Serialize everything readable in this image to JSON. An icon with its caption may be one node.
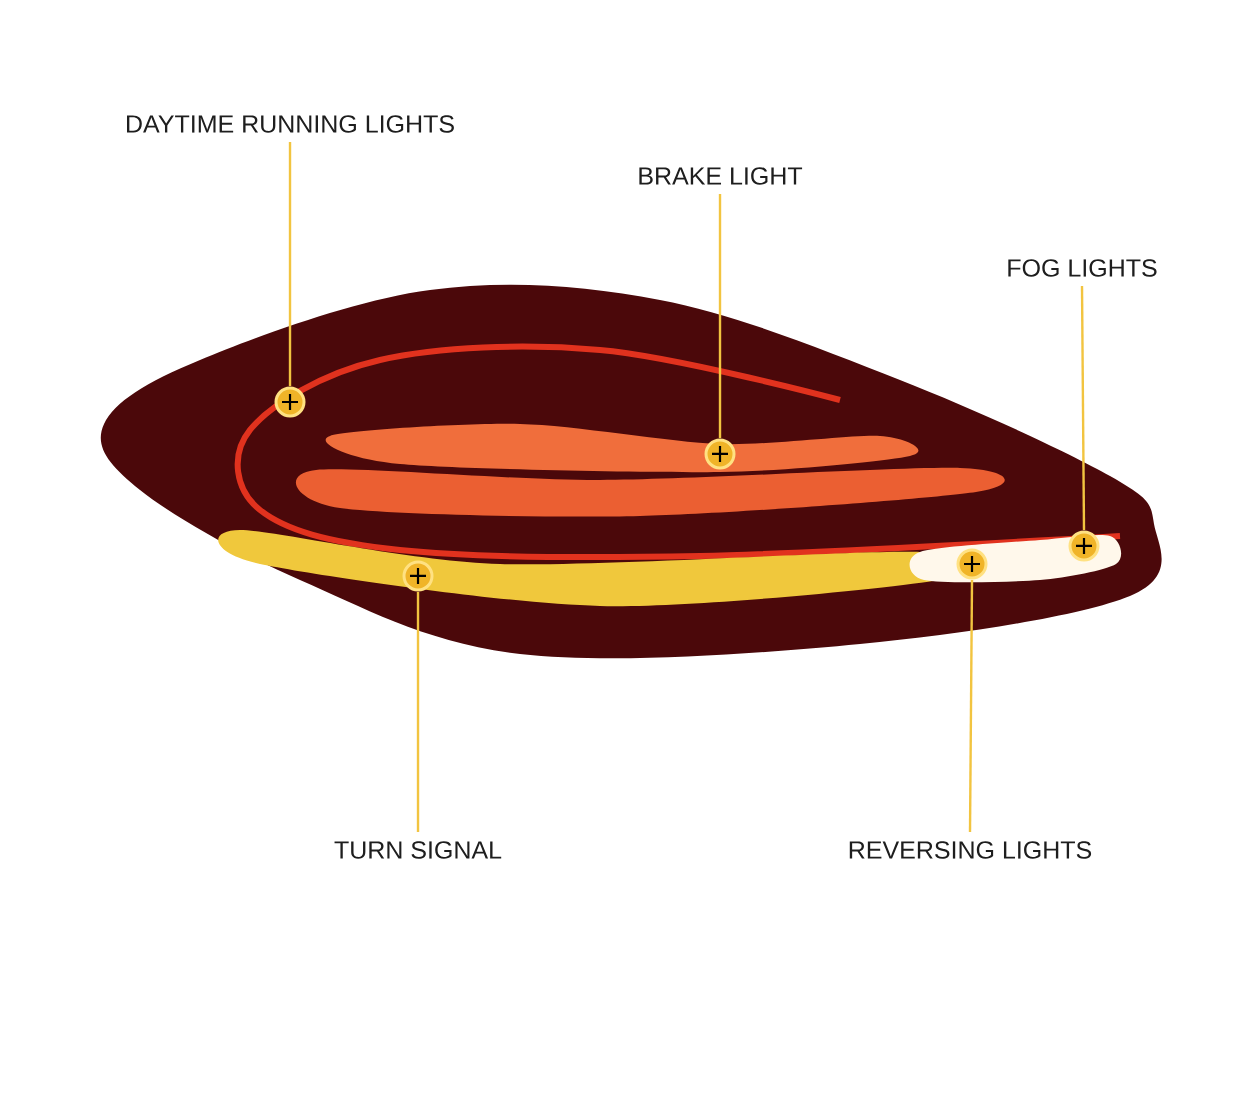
{
  "diagram": {
    "nodes": [
      {
        "text": [
          "DAYTIME RUNNING LIGHTS"
        ]
      },
      {
        "text": [
          "BRAKE LIGHT"
        ]
      },
      {
        "text": [
          "FOG LIGHTS"
        ]
      },
      {
        "text": [
          "TURN SIGNAL"
        ]
      },
      {
        "text": [
          "REVERSING LIGHTS"
        ]
      },
      {
        "text": [],
        "shape": "circle"
      },
      {
        "text": [],
        "shape": "circle"
      },
      {
        "text": [],
        "shape": "circle"
      },
      {
        "text": [],
        "shape": "circle"
      },
      {
        "text": [],
        "shape": "circle"
      }
    ],
    "edges": [
      {
        "from": 0,
        "to": 5,
        "arrow": "none"
      },
      {
        "from": 1,
        "to": 7,
        "arrow": "none"
      },
      {
        "from": 2,
        "to": 9,
        "arrow": "none"
      },
      {
        "from": 3,
        "to": 6,
        "arrow": "none"
      },
      {
        "from": 4,
        "to": 8,
        "arrow": "none"
      }
    ]
  }
}
